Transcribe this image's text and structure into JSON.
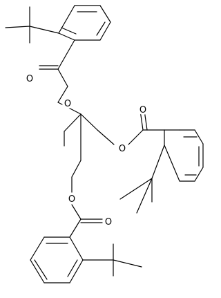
{
  "atom_labels": [
    "O",
    "O",
    "O",
    "O",
    "O",
    "O"
  ],
  "colors": {
    "bond": "#000000",
    "background": "#ffffff"
  }
}
